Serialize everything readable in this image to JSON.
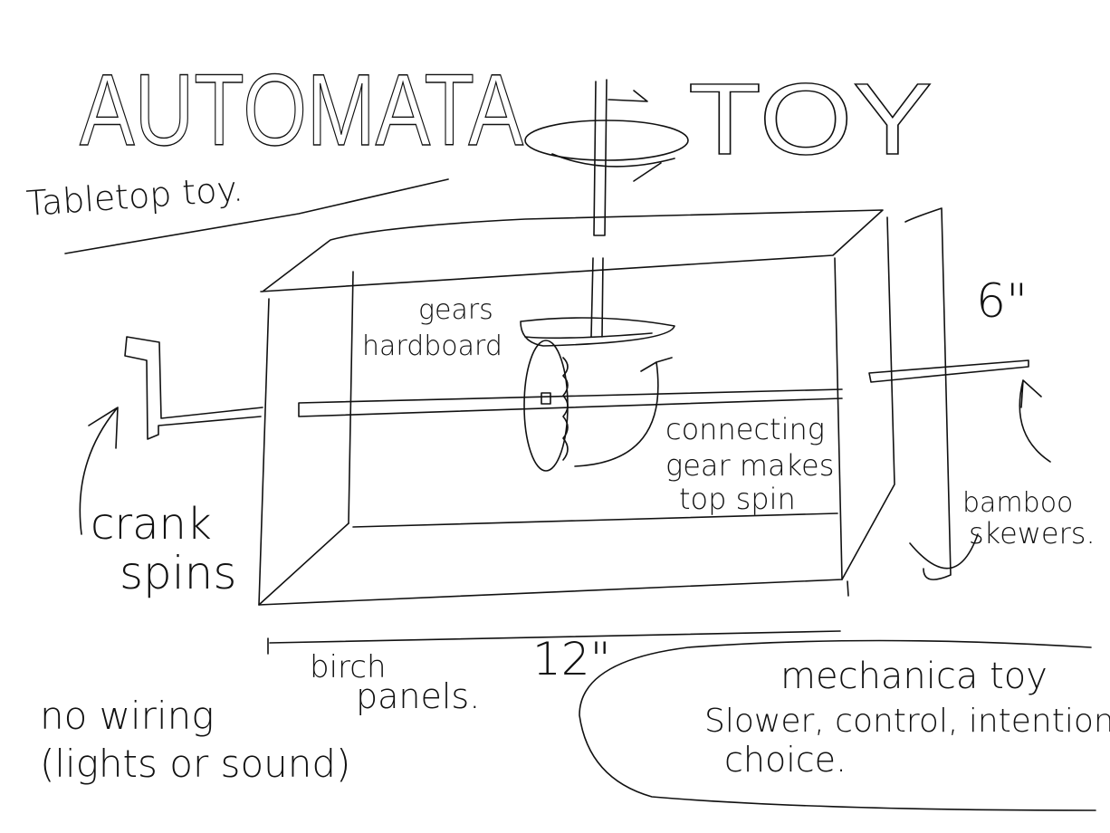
{
  "title": {
    "left": "AUTOMATA",
    "right": "TOY"
  },
  "subtitle": "Tabletop toy.",
  "labels": {
    "gears": "gears",
    "hardboard": "hardboard",
    "connecting": [
      "connecting",
      "gear makes",
      "top spin"
    ],
    "height": "6\"",
    "width": "12\"",
    "bamboo": [
      "bamboo",
      "skewers."
    ],
    "crank": [
      "crank",
      "spins"
    ],
    "birch": [
      "birch",
      "panels."
    ],
    "nowiring": [
      "no wiring",
      "(lights or sound)"
    ],
    "note": [
      "mechanica toy",
      "Slower, control, intention",
      "choice."
    ]
  },
  "colors": {
    "ink": "#111111",
    "paper": "#ffffff"
  }
}
